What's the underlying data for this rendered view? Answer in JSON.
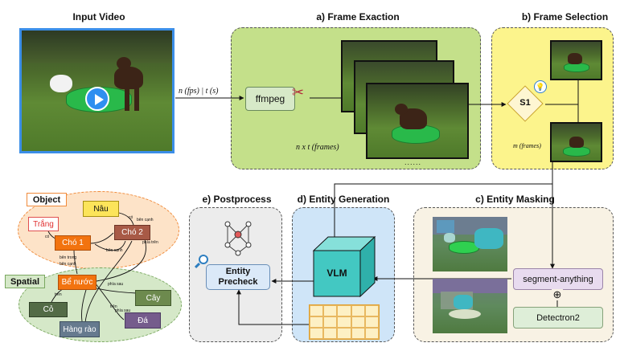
{
  "titles": {
    "input_video": "Input Video",
    "frame_extraction": "a) Frame Exaction",
    "frame_selection": "b) Frame Selection",
    "postprocess": "e) Postprocess",
    "entity_generation": "d) Entity Generation",
    "entity_masking": "c) Entity Masking"
  },
  "labels": {
    "fps_label": "n (fps) | t (s)",
    "ffmpeg": "ffmpeg",
    "frames_nxt": "n x t (frames)",
    "dots": "......",
    "s1": "S1",
    "m_frames": "m (frames)",
    "segment_anything": "segment-anything",
    "oplus": "⊕",
    "detectron2": "Detectron2",
    "vlm": "VLM",
    "entity_precheck": "Entity\nPrecheck"
  },
  "graph": {
    "object_label": "Object",
    "spatial_label": "Spatial",
    "nodes": {
      "nau": "Nâu",
      "trang": "Trắng",
      "cho1": "Chó 1",
      "cho2": "Chó 2",
      "be_nuoc": "Bể nước",
      "co": "Cỏ",
      "cay": "Cây",
      "hang_rao": "Hàng rào",
      "da": "Đá"
    },
    "edges": {
      "co_trang": "có",
      "co_nau": "có",
      "ben_canh_1": "bên cạnh",
      "phia_tren": "phía trên",
      "ben_canh_2": "bên cạnh",
      "ben_trong": "bên trong",
      "ben_canh_3": "bên cạnh",
      "phia_sau_1": "phía sau",
      "tren": "trên",
      "tren_2": "trên",
      "phia_sau_2": "phía sau"
    }
  },
  "colors": {
    "frame_panel": "#c4e08a",
    "selection_panel": "#fcf48c",
    "masking_panel": "#f8f2e4",
    "generation_panel": "#cfe5f8",
    "postprocess_panel": "#ececec",
    "object_ellipse": "#fde3c8",
    "spatial_ellipse": "#d5e8c8",
    "nau": "#fce45a",
    "cho2": "#a85a46",
    "orange": "#f2730f",
    "co": "#536b46",
    "cay": "#6d8a4e",
    "hang_rao": "#667a8e",
    "da": "#755c8c",
    "vlm": "#43c8c2"
  }
}
